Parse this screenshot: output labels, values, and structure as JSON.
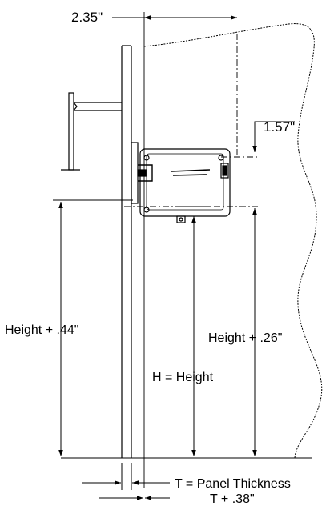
{
  "labels": {
    "top_width": "2.35\"",
    "right_offset": "1.57\"",
    "height_left": "Height + .44\"",
    "height_right": "Height + .26\"",
    "height_mid": "H = Height",
    "panel_thickness": "T = Panel Thickness",
    "panel_plus": "T + .38\""
  },
  "colors": {
    "line": "#000000",
    "background": "#ffffff"
  }
}
